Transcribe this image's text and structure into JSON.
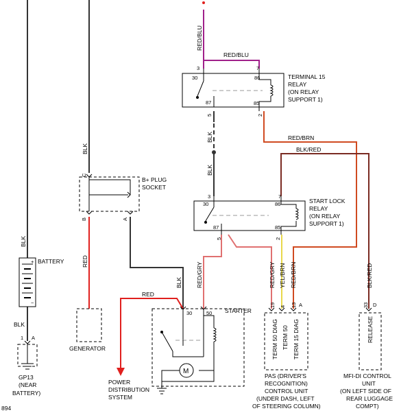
{
  "diagram_id": "894",
  "colors": {
    "blk": "#333333",
    "red": "#e0201e",
    "red_blu": "#a0208a",
    "red_brn": "#d04a20",
    "red_gry": "#e07070",
    "yel_brn": "#e8d84a",
    "blk_red": "#7a2a22"
  },
  "wires": {
    "red_blu": "RED/BLU",
    "blk": "BLK",
    "red": "RED",
    "red_brn": "RED/BRN",
    "blk_red": "BLK/RED",
    "red_gry": "RED/GRY",
    "yel_brn": "YEL/BRN"
  },
  "terminal15_relay": {
    "line1": "TERMINAL 15",
    "line2": "RELAY",
    "line3": "(ON RELAY",
    "line4": "SUPPORT 1)"
  },
  "start_lock_relay": {
    "line1": "START LOCK",
    "line2": "RELAY",
    "line3": "(ON RELAY",
    "line4": "SUPPORT 1)"
  },
  "bplus_socket": {
    "line1": "B+ PLUG",
    "line2": "SOCKET"
  },
  "battery": {
    "label": "BATTERY"
  },
  "ground": {
    "line1": "GP13",
    "line2": "(NEAR",
    "line3": "BATTERY)"
  },
  "generator": {
    "label": "GENERATOR"
  },
  "power_dist": {
    "line1": "POWER",
    "line2": "DISTRIBUTION",
    "line3": "SYSTEM"
  },
  "starter": {
    "label": "STARTER",
    "motor": "M"
  },
  "pas_unit": {
    "line1": "PAS (DRIVER'S",
    "line2": "RECOGNITION)",
    "line3": "CONTROL UNIT",
    "line4": "(UNDER DASH, LEFT",
    "line5": "OF STEERING COLUMN)",
    "term50diag": "TERM 50 DIAG",
    "term50": "TERM 50",
    "term15diag": "TERM 15 DIAG"
  },
  "mfi_unit": {
    "line1": "MFI-DI CONTROL",
    "line2": "UNIT",
    "line3": "(ON LEFT SIDE OF",
    "line4": "REAR LUGGAGE",
    "line5": "COMPT)",
    "release": "RELEASE"
  },
  "pins": {
    "p1": "1",
    "p2": "2",
    "p3": "3",
    "p4": "4",
    "p5": "5",
    "p7": "7",
    "p13": "13",
    "p19": "19",
    "p30": "30",
    "p33": "33",
    "p50": "50",
    "p85": "85",
    "p86": "86",
    "p87": "87",
    "pA": "A",
    "pB": "B",
    "pC": "C",
    "pD": "D"
  }
}
